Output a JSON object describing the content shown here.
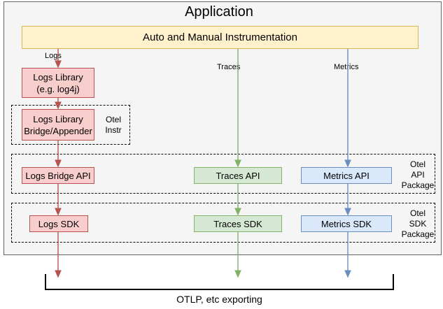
{
  "diagram": {
    "title": "Application",
    "instrumentation": {
      "label": "Auto and Manual Instrumentation"
    },
    "signal_labels": {
      "logs": "Logs",
      "traces": "Traces",
      "metrics": "Metrics"
    },
    "nodes": {
      "logs_library": "Logs Library\n(e.g. log4j)",
      "logs_library_line1": "Logs Library",
      "logs_library_line2": "(e.g. log4j)",
      "logs_bridge_line1": "Logs Library",
      "logs_bridge_line2": "Bridge/Appender",
      "logs_bridge_api": "Logs Bridge API",
      "traces_api": "Traces API",
      "metrics_api": "Metrics API",
      "logs_sdk": "Logs SDK",
      "traces_sdk": "Traces SDK",
      "metrics_sdk": "Metrics SDK"
    },
    "groups": {
      "otel_instr_line1": "Otel",
      "otel_instr_line2": "Instr",
      "otel_api_line1": "Otel",
      "otel_api_line2": "API",
      "otel_api_line3": "Package",
      "otel_sdk_line1": "Otel",
      "otel_sdk_line2": "SDK",
      "otel_sdk_line3": "Package"
    },
    "export": {
      "label": "OTLP, etc exporting"
    },
    "colors": {
      "red_fill": "#f8cecc",
      "red_stroke": "#b85450",
      "green_fill": "#d5e8d4",
      "green_stroke": "#82b366",
      "blue_fill": "#dae8fc",
      "blue_stroke": "#6c8ebf",
      "yellow_fill": "#fff2cc",
      "yellow_stroke": "#d6b656",
      "app_fill": "#f5f5f5",
      "app_stroke": "#666666"
    }
  }
}
